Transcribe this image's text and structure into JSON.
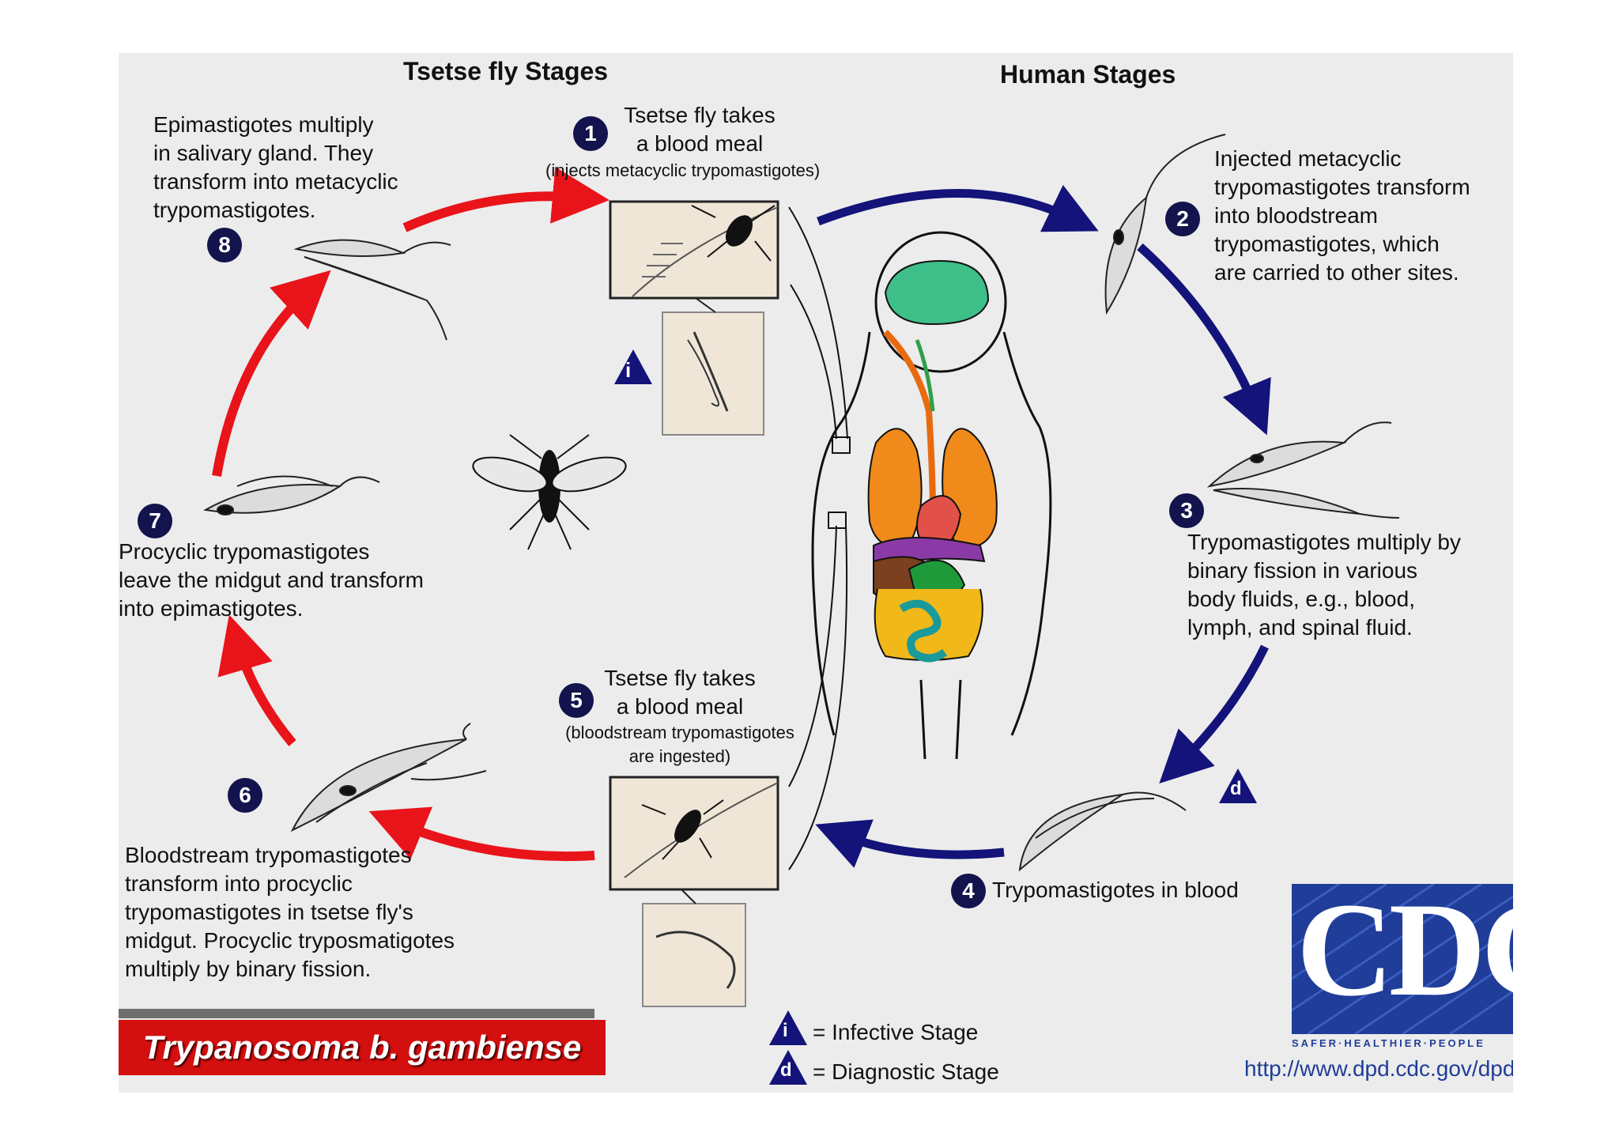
{
  "headers": {
    "tsetse": "Tsetse fly Stages",
    "human": "Human Stages"
  },
  "steps": [
    {
      "num": "1",
      "lines": [
        "Tsetse fly takes",
        "a blood meal"
      ],
      "note": "(injects metacyclic trypomastigotes)"
    },
    {
      "num": "2",
      "lines": [
        "Injected metacyclic",
        "trypomastigotes transform",
        "into bloodstream",
        "trypomastigotes, which",
        "are carried to other sites."
      ]
    },
    {
      "num": "3",
      "lines": [
        "Trypomastigotes multiply by",
        "binary fission in various",
        "body fluids, e.g., blood,",
        "lymph, and spinal fluid."
      ]
    },
    {
      "num": "4",
      "lines": [
        "Trypomastigotes in blood"
      ]
    },
    {
      "num": "5",
      "lines": [
        "Tsetse fly takes",
        "a blood meal"
      ],
      "note": [
        "(bloodstream trypomastigotes",
        "are ingested)"
      ]
    },
    {
      "num": "6",
      "lines": [
        "Bloodstream trypomastigotes",
        "transform into procyclic",
        "trypomastigotes in tsetse fly's",
        "midgut. Procyclic tryposmatigotes",
        "multiply by binary fission."
      ]
    },
    {
      "num": "7",
      "lines": [
        "Procyclic trypomastigotes",
        "leave the midgut and transform",
        "into epimastigotes."
      ]
    },
    {
      "num": "8",
      "lines": [
        "Epimastigotes multiply",
        "in salivary gland. They",
        "transform into metacyclic",
        "trypomastigotes."
      ]
    }
  ],
  "markers": {
    "infective": "i",
    "diagnostic": "d"
  },
  "legend": {
    "infective": "= Infective Stage",
    "diagnostic": "= Diagnostic Stage"
  },
  "title": "Trypanosoma b. gambiense",
  "logo": {
    "word": "CDC",
    "tagline": "SAFER·HEALTHIER·PEOPLE",
    "url": "http://www.dpd.cdc.gov/dpdx"
  },
  "colors": {
    "tsetse_arrow": "#e8141a",
    "human_arrow": "#13137a",
    "badge": "#13134e",
    "title_bg": "#d40f0f",
    "cdc_blue": "#1f3d99"
  }
}
